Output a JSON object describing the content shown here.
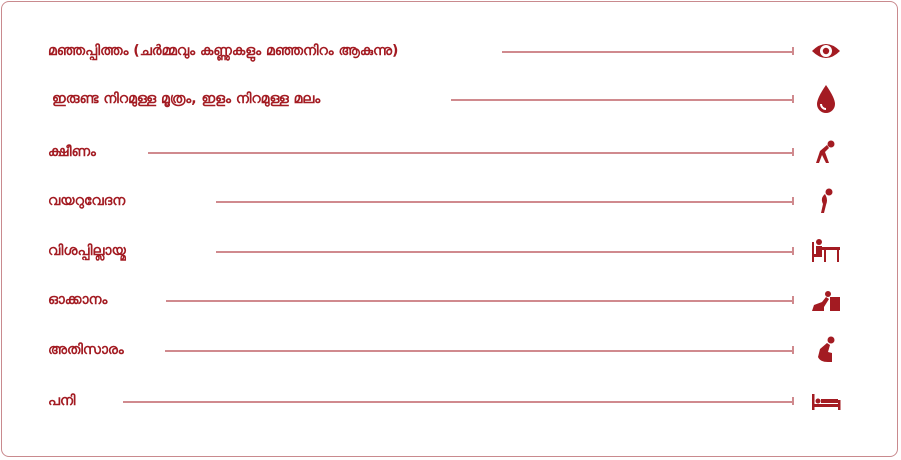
{
  "accent_color": "#a31b22",
  "line_color": "#d08a8e",
  "symptoms": [
    {
      "label": "മഞ്ഞപ്പിത്തം (ചർമ്മവും കണ്ണുകളും മഞ്ഞനിറം ആകുന്നു)",
      "icon": "eye-icon"
    },
    {
      "label": "ഇരുണ്ട നിറമുള്ള മൂത്രം, ഇളം നിറമുള്ള മലം",
      "icon": "drop-icon"
    },
    {
      "label": "ക്ഷീണം",
      "icon": "tired-person-icon"
    },
    {
      "label": "വയറുവേദന",
      "icon": "stomach-pain-icon"
    },
    {
      "label": "വിശപ്പില്ലായ്മ",
      "icon": "no-appetite-icon"
    },
    {
      "label": "ഓക്കാനം",
      "icon": "vomiting-icon"
    },
    {
      "label": "അതിസാരം",
      "icon": "diarrhea-icon"
    },
    {
      "label": "പനി",
      "icon": "bed-icon"
    }
  ]
}
